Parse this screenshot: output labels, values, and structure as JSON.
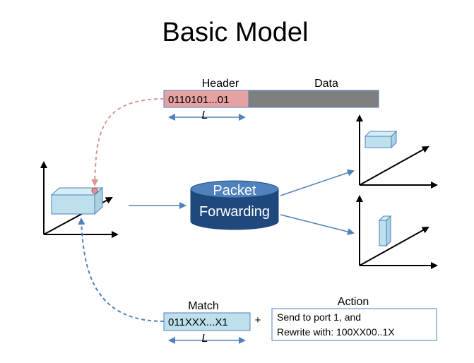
{
  "title": "Basic Model",
  "packet": {
    "header_label": "Header",
    "data_label": "Data",
    "header_bits": "0110101...01",
    "length_label": "L"
  },
  "forwarding": {
    "line1": "Packet",
    "line2": "Forwarding"
  },
  "rule": {
    "match_label": "Match",
    "match_bits": "011XXX...X1",
    "length_label": "L",
    "plus": "+",
    "action_label": "Action",
    "action_line1": "Send to port 1, and",
    "action_line2": "Rewrite with: 100XX00..1X"
  },
  "colors": {
    "header_fill": "#e6a2a2",
    "data_fill": "#7f7f7f",
    "match_fill": "#bde0ec",
    "cylinder_fill": "#1f497d",
    "arrow_blue": "#4f81bd",
    "dashed_red": "#d99694",
    "dashed_blue": "#4f81bd",
    "box_light_blue": "#bde0ec"
  }
}
